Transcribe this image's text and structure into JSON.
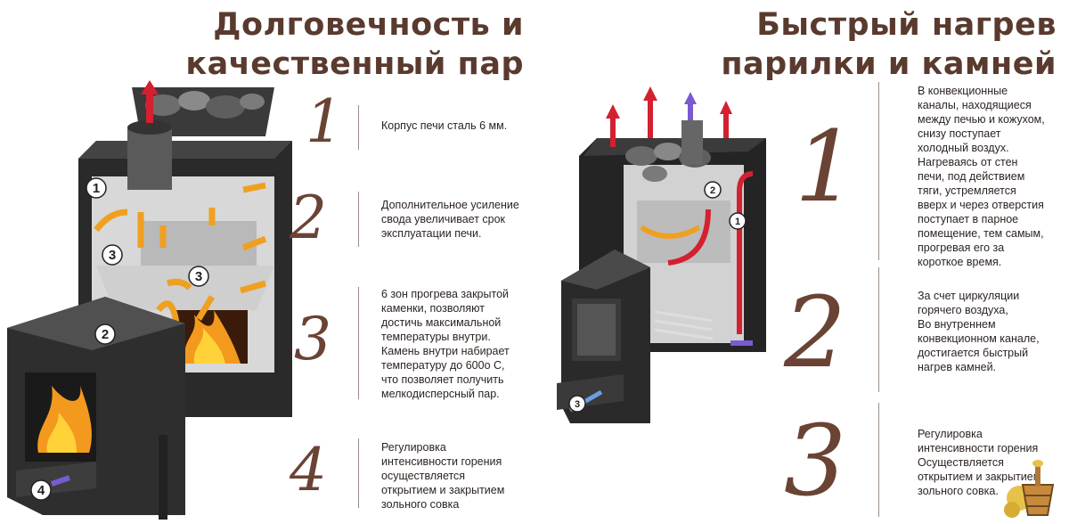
{
  "left": {
    "title": [
      "Долговечность и",
      "качественный пар"
    ],
    "items": [
      {
        "num": "1",
        "text": "Корпус печи сталь 6 мм."
      },
      {
        "num": "2",
        "text": "Дополнительное усиление\nсвода увеличивает срок\nэксплуатации печи."
      },
      {
        "num": "3",
        "text": "6 зон прогрева закрытой\nкаменки, позволяют\nдостичь максимальной\nтемпературы внутри.\nКамень внутри набирает\nтемпературу до 600о С,\nчто позволяет получить\nмелкодисперсный пар."
      },
      {
        "num": "4",
        "text": "Регулировка\nинтенсивности горения\nосуществляется\nоткрытием и закрытием\nзольного совка"
      }
    ],
    "callouts": [
      "1",
      "2",
      "3",
      "3",
      "4"
    ]
  },
  "right": {
    "title": [
      "Быстрый нагрев",
      "парилки и камней"
    ],
    "items": [
      {
        "num": "1",
        "text": "В конвекционные\nканалы, находящиеся\nмежду печью и кожухом,\nснизу поступает\nхолодный воздух.\nНагреваясь от стен\nпечи, под действием\nтяги, устремляется\nвверх и через отверстия\nпоступает в парное\nпомещение, тем самым,\nпрогревая его за\nкороткое время."
      },
      {
        "num": "2",
        "text": "За счет циркуляции\nгорячего воздуха,\nВо внутреннем\nконвекционном канале,\nдостигается быстрый\nнагрев камней."
      },
      {
        "num": "3",
        "text": "Регулировка\nинтенсивности горения\nОсуществляется\nоткрытием и закрытием\nзольного совка."
      }
    ],
    "callouts": [
      "1",
      "2",
      "3"
    ]
  },
  "colors": {
    "title": "#5a3a2e",
    "digit": "#6a4334",
    "arrow_hot": "#f0a020",
    "arrow_red": "#d42030",
    "arrow_cold": "#7a5ad0",
    "steel": "#2e2e2e"
  },
  "icons": [
    "flame-icon",
    "stones-icon",
    "bucket-logo-icon"
  ]
}
